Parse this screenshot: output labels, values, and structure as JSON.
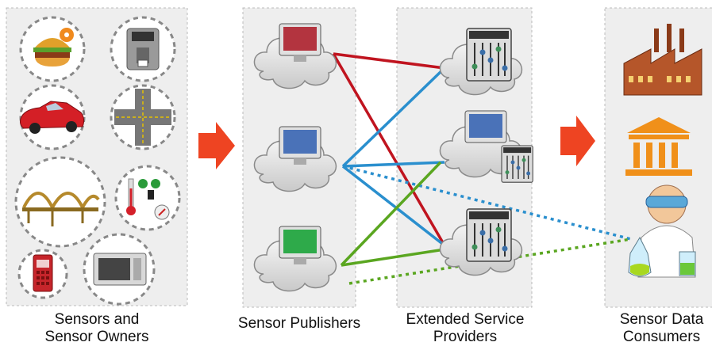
{
  "columns": {
    "owners": {
      "line1": "Sensors and",
      "line2": "Sensor Owners"
    },
    "publishers": {
      "line1": "Sensor Publishers"
    },
    "providers": {
      "line1": "Extended Service",
      "line2": "Providers"
    },
    "consumers": {
      "line1": "Sensor Data",
      "line2": "Consumers"
    }
  },
  "sensors": [
    "burger-icon",
    "coffee-machine-icon",
    "car-icon",
    "road-intersection-icon",
    "bridge-icon",
    "weather-station-icon",
    "mobile-phone-icon",
    "microwave-icon"
  ],
  "publishers": [
    {
      "name": "publisher-red",
      "screen": "#b3343f"
    },
    {
      "name": "publisher-blue",
      "screen": "#4a72b8"
    },
    {
      "name": "publisher-green",
      "screen": "#2eaa4a"
    }
  ],
  "consumers": [
    "factory-icon",
    "government-building-icon",
    "scientist-icon"
  ],
  "colors": {
    "panel_fill": "#eeeeee",
    "panel_border": "#bbbbbb",
    "arrow": "#ee4422",
    "red_link": "#c0141f",
    "blue_link": "#2a8fce",
    "green_link": "#5aa620"
  }
}
